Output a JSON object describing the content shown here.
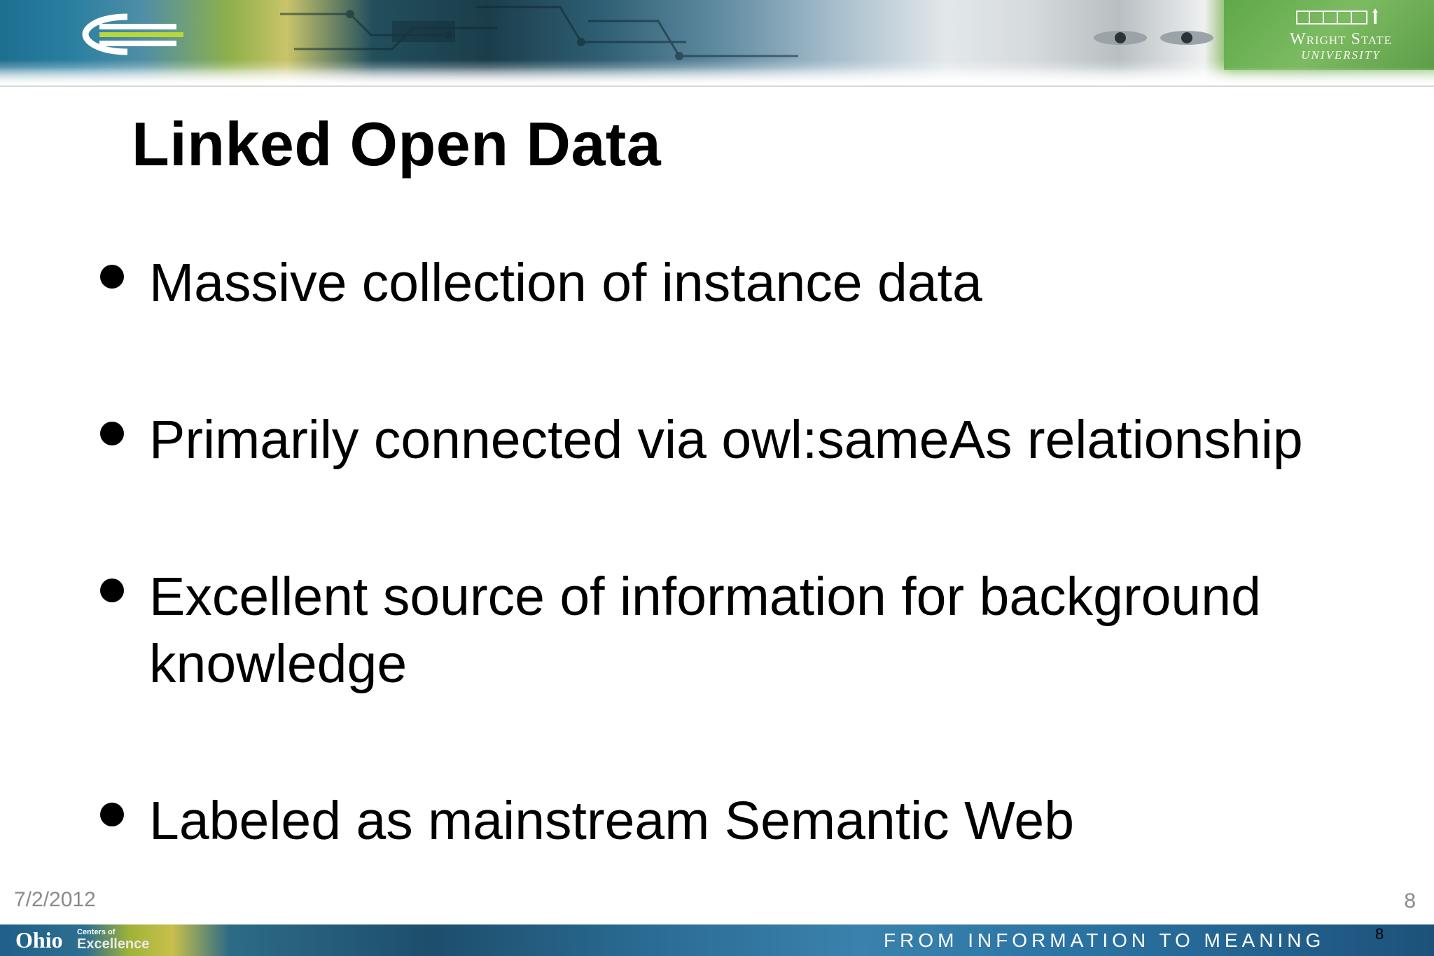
{
  "slide": {
    "title": "Linked Open Data",
    "bullets": [
      "Massive collection of instance data",
      "Primarily connected via owl:sameAs relationship",
      "Excellent source of information for background knowledge",
      "Labeled as mainstream Semantic Web"
    ]
  },
  "header": {
    "university_line1": "Wright State",
    "university_line2": "UNIVERSITY"
  },
  "footer": {
    "date": "7/2/2012",
    "page_number": "8",
    "overlay_page_number": "8",
    "brand_main": "Ohio",
    "brand_small": "Centers of",
    "brand_sub": "Excellence",
    "tagline": "FROM INFORMATION TO MEANING"
  },
  "colors": {
    "text": "#000000",
    "footer_meta": "#8a8a8a",
    "banner_green": "#6fae56",
    "banner_blue": "#2a6b93"
  },
  "icons": [
    "kno-e-logo-icon",
    "circuit-board-graphic",
    "eyes-graphic",
    "university-building-icon",
    "bullet-dot-icon"
  ]
}
